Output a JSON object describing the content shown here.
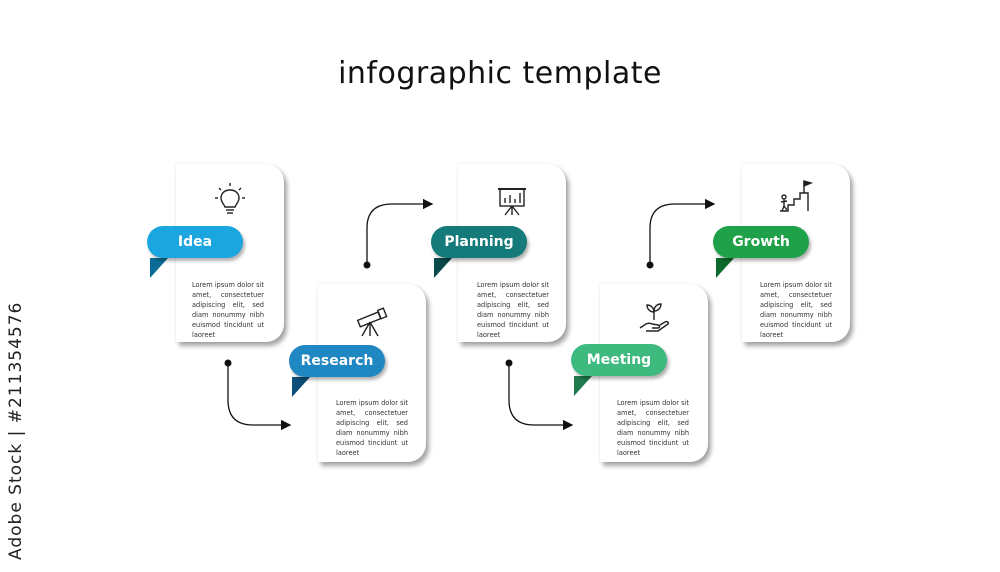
{
  "title": "infographic template",
  "steps": [
    {
      "label": "Idea",
      "color": "#1ba6e0",
      "fold_color": "#0c6b96",
      "icon": "lightbulb-icon",
      "text": "Lorem ipsum dolor sit amet, consectetuer adipiscing elit, sed diam nonummy nibh euismod tincidunt ut laoreet"
    },
    {
      "label": "Research",
      "color": "#1f87c2",
      "fold_color": "#0d4f78",
      "icon": "telescope-icon",
      "text": "Lorem ipsum dolor sit amet, consectetuer adipiscing elit, sed diam nonummy nibh euismod tincidunt ut laoreet"
    },
    {
      "label": "Planning",
      "color": "#157a7a",
      "fold_color": "#0b4a4a",
      "icon": "presentation-board-icon",
      "text": "Lorem ipsum dolor sit amet, consectetuer adipiscing elit, sed diam nonummy nibh euismod tincidunt ut laoreet"
    },
    {
      "label": "Meeting",
      "color": "#3fba7e",
      "fold_color": "#1e7a4c",
      "icon": "hand-plant-icon",
      "text": "Lorem ipsum dolor sit amet, consectetuer adipiscing elit, sed diam nonummy nibh euismod tincidunt ut laoreet"
    },
    {
      "label": "Growth",
      "color": "#1fa14a",
      "fold_color": "#0e6a2c",
      "icon": "stairs-flag-icon",
      "text": "Lorem ipsum dolor sit amet, consectetuer adipiscing elit, sed diam nonummy nibh euismod tincidunt ut laoreet"
    }
  ],
  "watermark": "Adobe Stock | #211354576"
}
